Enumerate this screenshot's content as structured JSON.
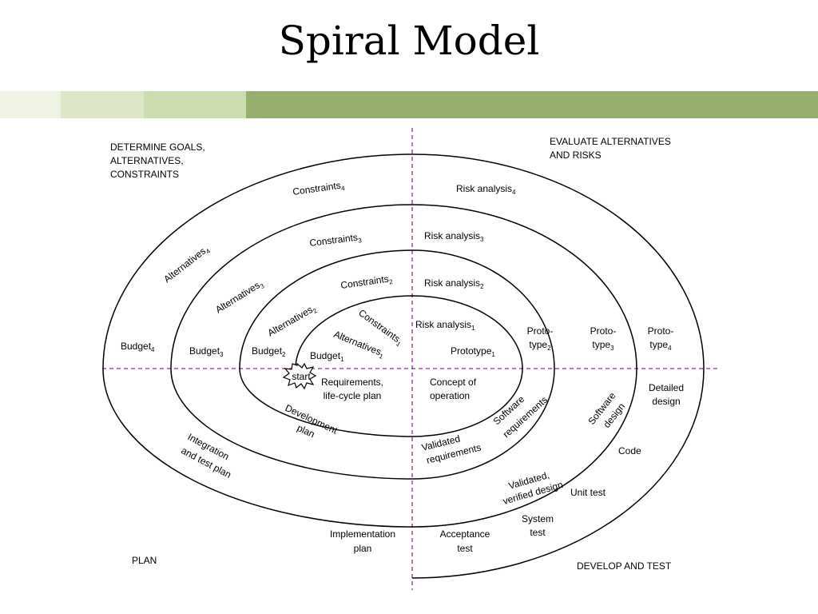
{
  "title": "Spiral Model",
  "colors": {
    "band_1": "#eef2e2",
    "band_2": "#dde7c8",
    "band_3": "#cbdcae",
    "band_4": "#97af6e",
    "axis": "#8b2c8b"
  },
  "quadrants": {
    "top_left": [
      "DETERMINE GOALS,",
      "ALTERNATIVES,",
      "CONSTRAINTS"
    ],
    "top_right": [
      "EVALUATE ALTERNATIVES",
      "AND RISKS"
    ],
    "bottom_left": "PLAN",
    "bottom_right": "DEVELOP AND TEST"
  },
  "start": "start",
  "labels": {
    "constraints4": {
      "text": "Constraints",
      "sub": "4"
    },
    "constraints3": {
      "text": "Constraints",
      "sub": "3"
    },
    "constraints2": {
      "text": "Constraints",
      "sub": "2"
    },
    "constraints1": {
      "text": "Constraints",
      "sub": "1"
    },
    "alternatives4": {
      "text": "Alternatives",
      "sub": "4"
    },
    "alternatives3": {
      "text": "Alternatives",
      "sub": "3"
    },
    "alternatives2": {
      "text": "Alternatives",
      "sub": "2"
    },
    "alternatives1": {
      "text": "Alternatives",
      "sub": "1"
    },
    "risk4": {
      "text": "Risk analysis",
      "sub": "4"
    },
    "risk3": {
      "text": "Risk analysis",
      "sub": "3"
    },
    "risk2": {
      "text": "Risk analysis",
      "sub": "2"
    },
    "risk1": {
      "text": "Risk analysis",
      "sub": "1"
    },
    "budget4": {
      "text": "Budget",
      "sub": "4"
    },
    "budget3": {
      "text": "Budget",
      "sub": "3"
    },
    "budget2": {
      "text": "Budget",
      "sub": "2"
    },
    "budget1": {
      "text": "Budget",
      "sub": "1"
    },
    "prototype1": {
      "text": "Prototype",
      "sub": "1"
    },
    "prototype2": {
      "line1": "Proto-",
      "text": "type",
      "sub": "2"
    },
    "prototype3": {
      "line1": "Proto-",
      "text": "type",
      "sub": "3"
    },
    "prototype4": {
      "line1": "Proto-",
      "text": "type",
      "sub": "4"
    }
  },
  "phases": {
    "requirements": [
      "Requirements,",
      "life-cycle plan"
    ],
    "concept": [
      "Concept of",
      "operation"
    ],
    "development_plan": [
      "Development",
      "plan"
    ],
    "software_requirements": [
      "Software",
      "requirements"
    ],
    "validated_requirements": [
      "Validated",
      "requirements"
    ],
    "integration": [
      "Integration",
      "and test plan"
    ],
    "software_design": [
      "Software",
      "design"
    ],
    "detailed_design": [
      "Detailed",
      "design"
    ],
    "code": "Code",
    "validated_design": [
      "Validated,",
      "verified design"
    ],
    "unit_test": "Unit test",
    "system_test": [
      "System",
      "test"
    ],
    "implementation_plan": [
      "Implementation",
      "plan"
    ],
    "acceptance_test": [
      "Acceptance",
      "test"
    ]
  }
}
